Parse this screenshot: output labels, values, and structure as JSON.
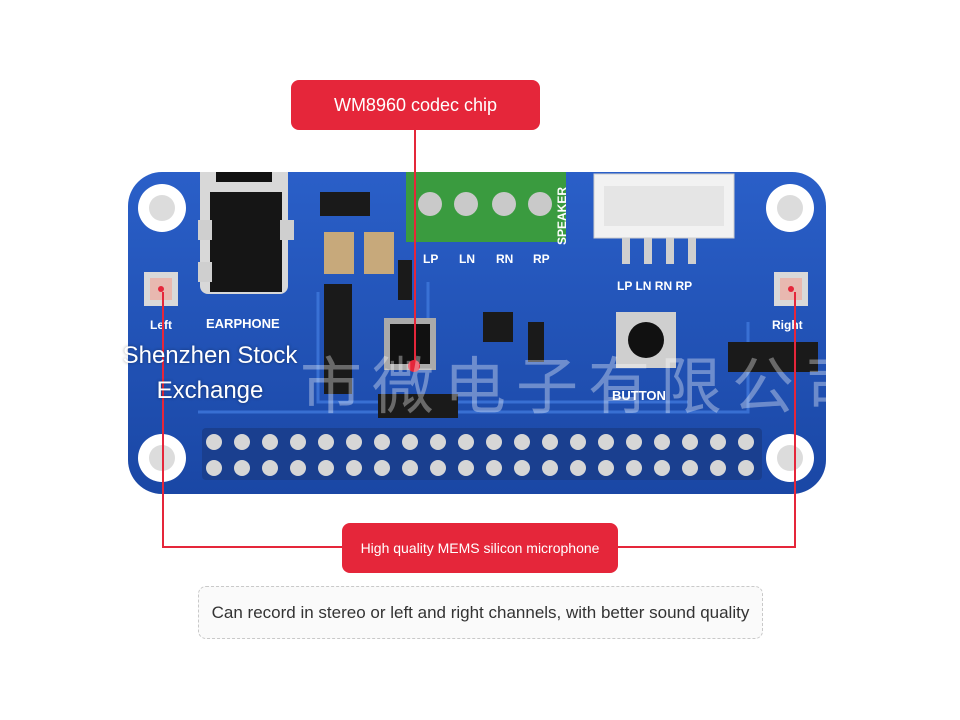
{
  "callouts": {
    "codec": "WM8960 codec chip",
    "mic": "High quality MEMS silicon microphone"
  },
  "caption": "Can record in stereo or left and right channels, with better sound quality",
  "board_labels": {
    "left": "Left",
    "right": "Right",
    "earphone": "EARPHONE",
    "speaker": "SPEAKER",
    "button": "BUTTON",
    "lp": "LP",
    "ln": "LN",
    "rn": "RN",
    "rp": "RP",
    "conn_pins": "LP LN RN RP"
  },
  "watermarks": {
    "exchange": "Shenzhen Stock Exchange",
    "cn": "市微电子有限公司"
  },
  "colors": {
    "accent_red": "#e5263a",
    "board_blue": "#1f52b8",
    "terminal_green": "#3a9b3f"
  }
}
